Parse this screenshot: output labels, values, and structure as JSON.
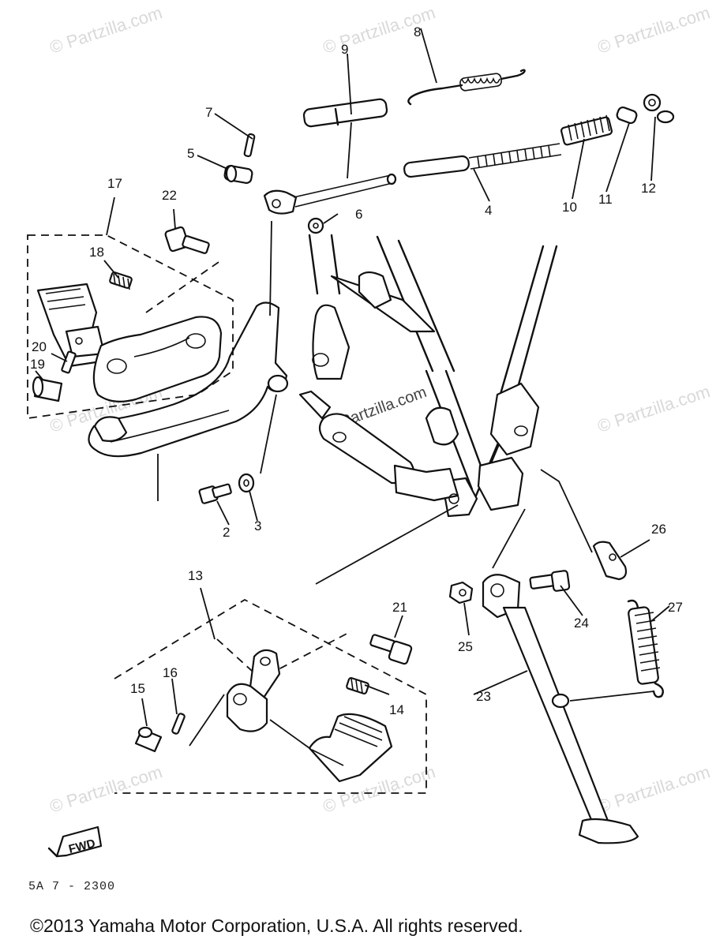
{
  "watermark": "© Partzilla.com",
  "center_watermark": "© Partzilla.com",
  "fwd_label": "FWD",
  "diagram_code": "5A 7 - 2300",
  "copyright": "©2013  Yamaha Motor Corporation, U.S.A. All rights reserved.",
  "part_labels": [
    "2",
    "3",
    "4",
    "5",
    "6",
    "7",
    "8",
    "9",
    "10",
    "11",
    "12",
    "13",
    "14",
    "15",
    "16",
    "17",
    "18",
    "19",
    "20",
    "21",
    "22",
    "23",
    "24",
    "25",
    "26",
    "27"
  ]
}
